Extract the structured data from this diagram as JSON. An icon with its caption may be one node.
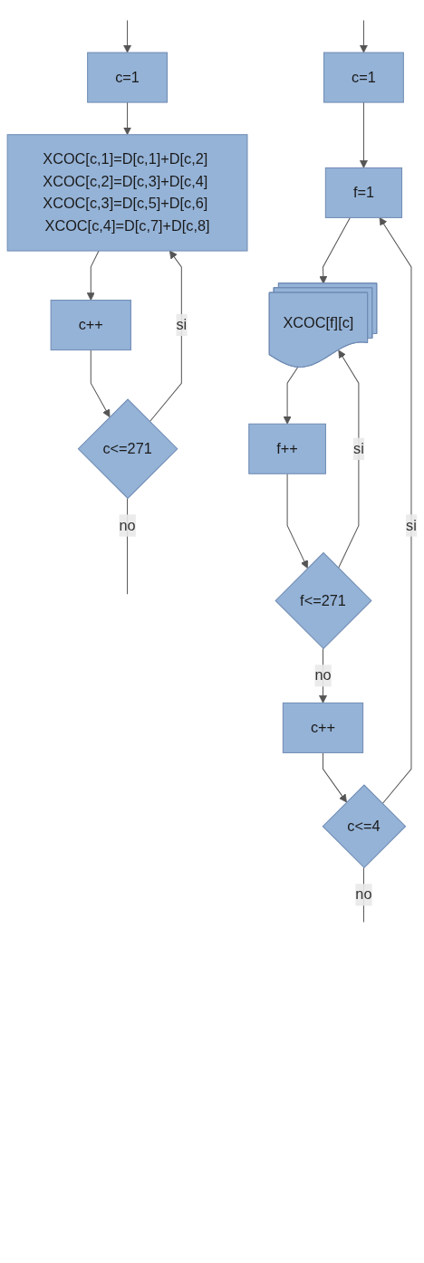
{
  "diagram": {
    "nodes": [
      {
        "text": [
          "c=1"
        ]
      },
      {
        "text": [
          "XCOC[c,1]=D[c,1]+D[c,2] XCOC[c,2]=D[c,3]+D[c,4] XCOC[c,3]=D[c,5]+D[c,6] XCOC[c,4]=D[c,7]+D[c,8]"
        ]
      },
      {
        "text": [
          "c++"
        ]
      },
      {
        "text": [
          "c<=271"
        ]
      },
      {
        "text": [
          "c=1"
        ]
      },
      {
        "text": [
          "f=1"
        ]
      },
      {
        "text": [
          "XCOC[f][c]"
        ]
      },
      {
        "text": [
          "f++"
        ]
      },
      {
        "text": [
          "f<=271"
        ]
      },
      {
        "text": [
          "c++"
        ]
      },
      {
        "text": [
          "c<=4"
        ]
      }
    ],
    "edges": [
      {
        "from": null,
        "to": 0,
        "arrow": "to"
      },
      {
        "from": 0,
        "to": 1,
        "arrow": "to"
      },
      {
        "from": 1,
        "to": 2,
        "arrow": "to"
      },
      {
        "from": 2,
        "to": 3,
        "arrow": "to"
      },
      {
        "from": 3,
        "to": 1,
        "arrow": "to",
        "label": "si"
      },
      {
        "from": 3,
        "to": null,
        "arrow": "none",
        "label": "no"
      },
      {
        "from": null,
        "to": 4,
        "arrow": "to"
      },
      {
        "from": 4,
        "to": 5,
        "arrow": "to"
      },
      {
        "from": 5,
        "to": 6,
        "arrow": "to"
      },
      {
        "from": 6,
        "to": 7,
        "arrow": "to"
      },
      {
        "from": 7,
        "to": 8,
        "arrow": "to"
      },
      {
        "from": 8,
        "to": 6,
        "arrow": "to",
        "label": "si"
      },
      {
        "from": 8,
        "to": 9,
        "arrow": "to",
        "label": "no"
      },
      {
        "from": 9,
        "to": 10,
        "arrow": "to"
      },
      {
        "from": 10,
        "to": 5,
        "arrow": "to",
        "label": "si"
      },
      {
        "from": 10,
        "to": null,
        "arrow": "none",
        "label": "no"
      }
    ]
  }
}
